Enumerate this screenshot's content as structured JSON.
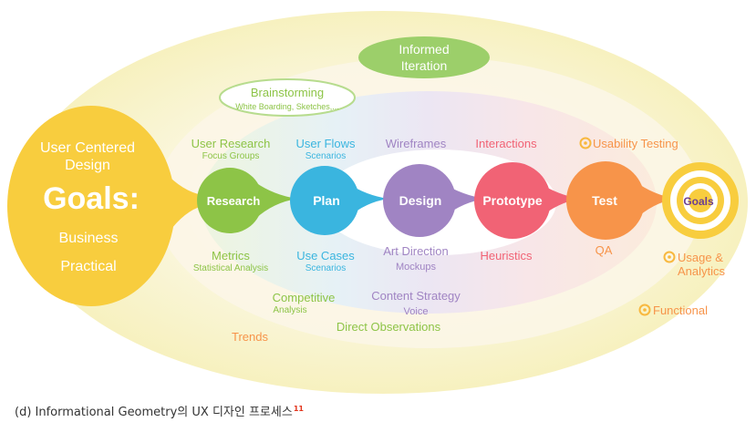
{
  "colors": {
    "goals_yellow": "#f8cd3e",
    "research_green": "#8dc447",
    "plan_blue": "#3ab5df",
    "design_purple": "#a084c3",
    "prototype_red": "#f16375",
    "test_orange": "#f7944a",
    "target_purple": "#6b3d91",
    "iteration_green": "#9ccf6a"
  },
  "goals": {
    "ucd": [
      "User Centered",
      "Design"
    ],
    "title": "Goals:",
    "business": "Business",
    "practical": "Practical"
  },
  "iteration": [
    "Informed",
    "Iteration"
  ],
  "brainstorming": {
    "title": "Brainstorming",
    "sub": "White Boarding, Sketches,..."
  },
  "stages": {
    "research": "Research",
    "plan": "Plan",
    "design": "Design",
    "prototype": "Prototype",
    "test": "Test",
    "goals": "Goals"
  },
  "labels": {
    "user_research": "User Research",
    "focus_groups": "Focus Groups",
    "user_flows": "User Flows",
    "scenarios_top": "Scenarios",
    "wireframes": "Wireframes",
    "interactions": "Interactions",
    "usability_testing": "Usability Testing",
    "metrics": "Metrics",
    "statistical_analysis": "Statistical Analysis",
    "use_cases": "Use Cases",
    "scenarios_bottom": "Scenarios",
    "art_direction": "Art Direction",
    "mockups": "Mockups",
    "heuristics": "Heuristics",
    "qa": "QA",
    "usage": "Usage &",
    "analytics": "Analytics",
    "competitive": "Competitive",
    "analysis": "Analysis",
    "content_strategy": "Content Strategy",
    "voice": "Voice",
    "direct_observations": "Direct Observations",
    "functional": "Functional",
    "trends": "Trends"
  },
  "caption": {
    "text": "(d) Informational Geometry의 UX 디자인 프로세스",
    "ref": "11"
  }
}
